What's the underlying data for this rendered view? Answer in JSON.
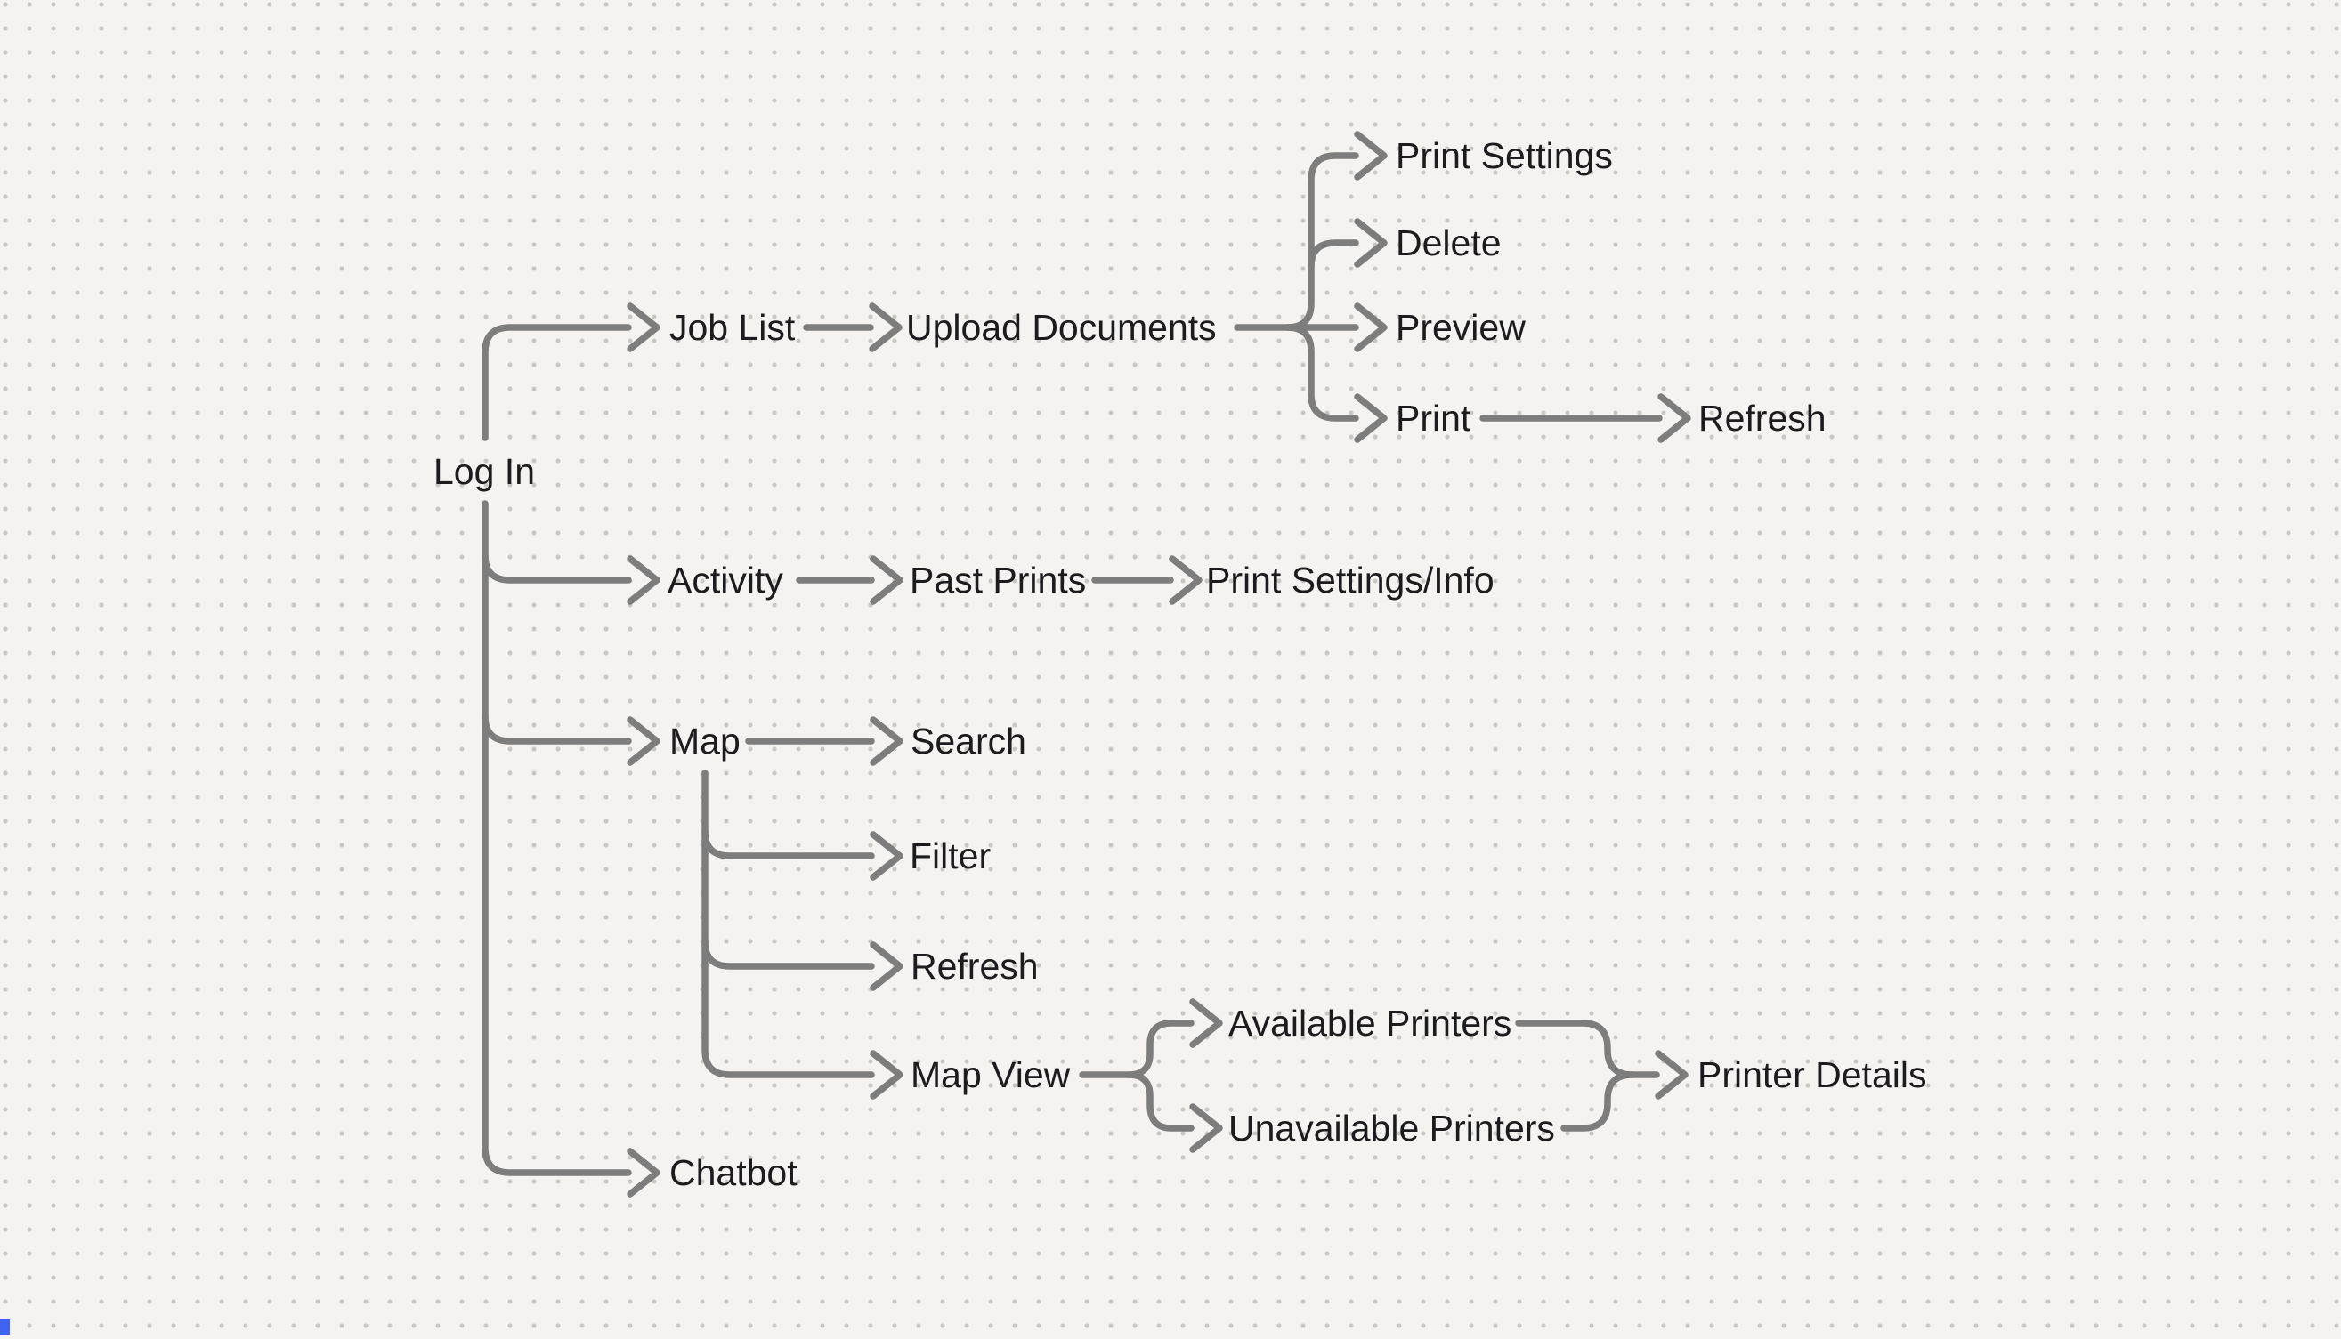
{
  "canvas": {
    "background_color": "#f4f3f1",
    "dot_color": "#c8c7c4",
    "line_color": "#7d7d7d",
    "text_color": "#1c1c1e",
    "corner_fragment_color": "#3e63f0"
  },
  "nodes": {
    "login": {
      "label": "Log In"
    },
    "job_list": {
      "label": "Job List"
    },
    "upload_documents": {
      "label": "Upload Documents"
    },
    "print_settings": {
      "label": "Print Settings"
    },
    "delete": {
      "label": "Delete"
    },
    "preview": {
      "label": "Preview"
    },
    "print": {
      "label": "Print"
    },
    "refresh_print": {
      "label": "Refresh"
    },
    "activity": {
      "label": "Activity"
    },
    "past_prints": {
      "label": "Past Prints"
    },
    "print_settings_info": {
      "label": "Print Settings/Info"
    },
    "map": {
      "label": "Map"
    },
    "search": {
      "label": "Search"
    },
    "filter": {
      "label": "Filter"
    },
    "refresh_map": {
      "label": "Refresh"
    },
    "map_view": {
      "label": "Map View"
    },
    "available_printers": {
      "label": "Available Printers"
    },
    "unavailable_printers": {
      "label": "Unavailable Printers"
    },
    "printer_details": {
      "label": "Printer Details"
    },
    "chatbot": {
      "label": "Chatbot"
    }
  },
  "edges": [
    [
      "Log In",
      "Job List"
    ],
    [
      "Log In",
      "Activity"
    ],
    [
      "Log In",
      "Map"
    ],
    [
      "Log In",
      "Chatbot"
    ],
    [
      "Job List",
      "Upload Documents"
    ],
    [
      "Upload Documents",
      "Print Settings"
    ],
    [
      "Upload Documents",
      "Delete"
    ],
    [
      "Upload Documents",
      "Preview"
    ],
    [
      "Upload Documents",
      "Print"
    ],
    [
      "Print",
      "Refresh"
    ],
    [
      "Activity",
      "Past Prints"
    ],
    [
      "Past Prints",
      "Print Settings/Info"
    ],
    [
      "Map",
      "Search"
    ],
    [
      "Map",
      "Filter"
    ],
    [
      "Map",
      "Refresh"
    ],
    [
      "Map",
      "Map View"
    ],
    [
      "Map View",
      "Available Printers"
    ],
    [
      "Map View",
      "Unavailable Printers"
    ],
    [
      "Available Printers",
      "Printer Details"
    ],
    [
      "Unavailable Printers",
      "Printer Details"
    ]
  ]
}
